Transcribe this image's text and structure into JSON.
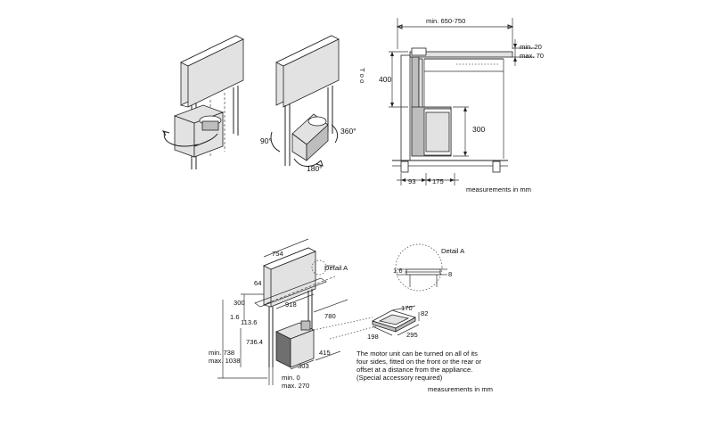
{
  "rotation": {
    "angle_90": "90°",
    "angle_360": "360°",
    "angle_180": "180°",
    "side_label": "T o o"
  },
  "section": {
    "width": "min. 650-750",
    "worktop_min": "min. 20",
    "worktop_max": "max. 70",
    "height_400": "400",
    "height_300": "300",
    "offset_93": "93",
    "offset_175": "175",
    "units": "measurements in mm"
  },
  "detail": {
    "title": "Detail A",
    "left_dim": "1.6",
    "right_dim": "8"
  },
  "install": {
    "detail_ref": "Detail A",
    "w754": "754",
    "d64": "64",
    "h300": "300",
    "d918": "918",
    "d1_6": "1.6",
    "d113_6": "113.6",
    "d780": "780",
    "d736_4": "736.4",
    "min738": "min. 738",
    "max1038": "max. 1038",
    "d415": "415",
    "d303": "303",
    "min0": "min. 0",
    "max270": "max. 270"
  },
  "cutout": {
    "w170": "170",
    "h82": "82",
    "w198": "198",
    "w295": "295"
  },
  "note": {
    "lines": [
      "The motor unit can be turned on all of its",
      "four sides, fitted on the front or the rear or",
      "offset at a distance from the appliance.",
      "(Special accessory required)"
    ]
  },
  "units_bottom": "measurements in mm"
}
